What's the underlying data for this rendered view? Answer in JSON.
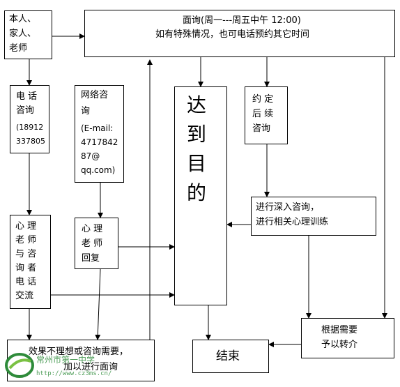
{
  "nodes": {
    "source": {
      "lines": [
        "本人、",
        "家人、",
        "老师"
      ]
    },
    "face": {
      "lines": [
        "面询(周一---周五中午 12:00)",
        "如有特殊情况，也可电话预约其它时间"
      ]
    },
    "phone": {
      "lines": [
        "电  话",
        "咨询",
        "(18912",
        "337805"
      ]
    },
    "online": {
      "lines": [
        "网络咨",
        "询",
        "(E-mail:",
        "4717842",
        "87@",
        "qq.com)"
      ]
    },
    "goal": {
      "lines": [
        "达",
        "到",
        "目",
        "的"
      ]
    },
    "followup": {
      "lines": [
        "约  定",
        "后  续",
        "咨询"
      ]
    },
    "deep": {
      "lines": [
        "进行深入咨询，",
        "进行相关心理训练"
      ]
    },
    "phone_exchange": {
      "lines": [
        "心  理",
        "老  师",
        "与  咨",
        "询  者",
        "电  话",
        "交流"
      ]
    },
    "reply": {
      "lines": [
        "心  理",
        "老  师",
        "回复"
      ]
    },
    "refer": {
      "lines": [
        "根据需要",
        "予以转介"
      ]
    },
    "unsatisfied": {
      "lines": [
        "效果不理想或咨询需要，",
        "加以进行面询"
      ]
    },
    "end": {
      "label": "结束"
    }
  },
  "watermark": {
    "line1": "常州市第一中学",
    "line2": "http://www.cz3ms.cn/"
  },
  "colors": {
    "line": "#000000",
    "watermark": "#2e8b3a"
  }
}
